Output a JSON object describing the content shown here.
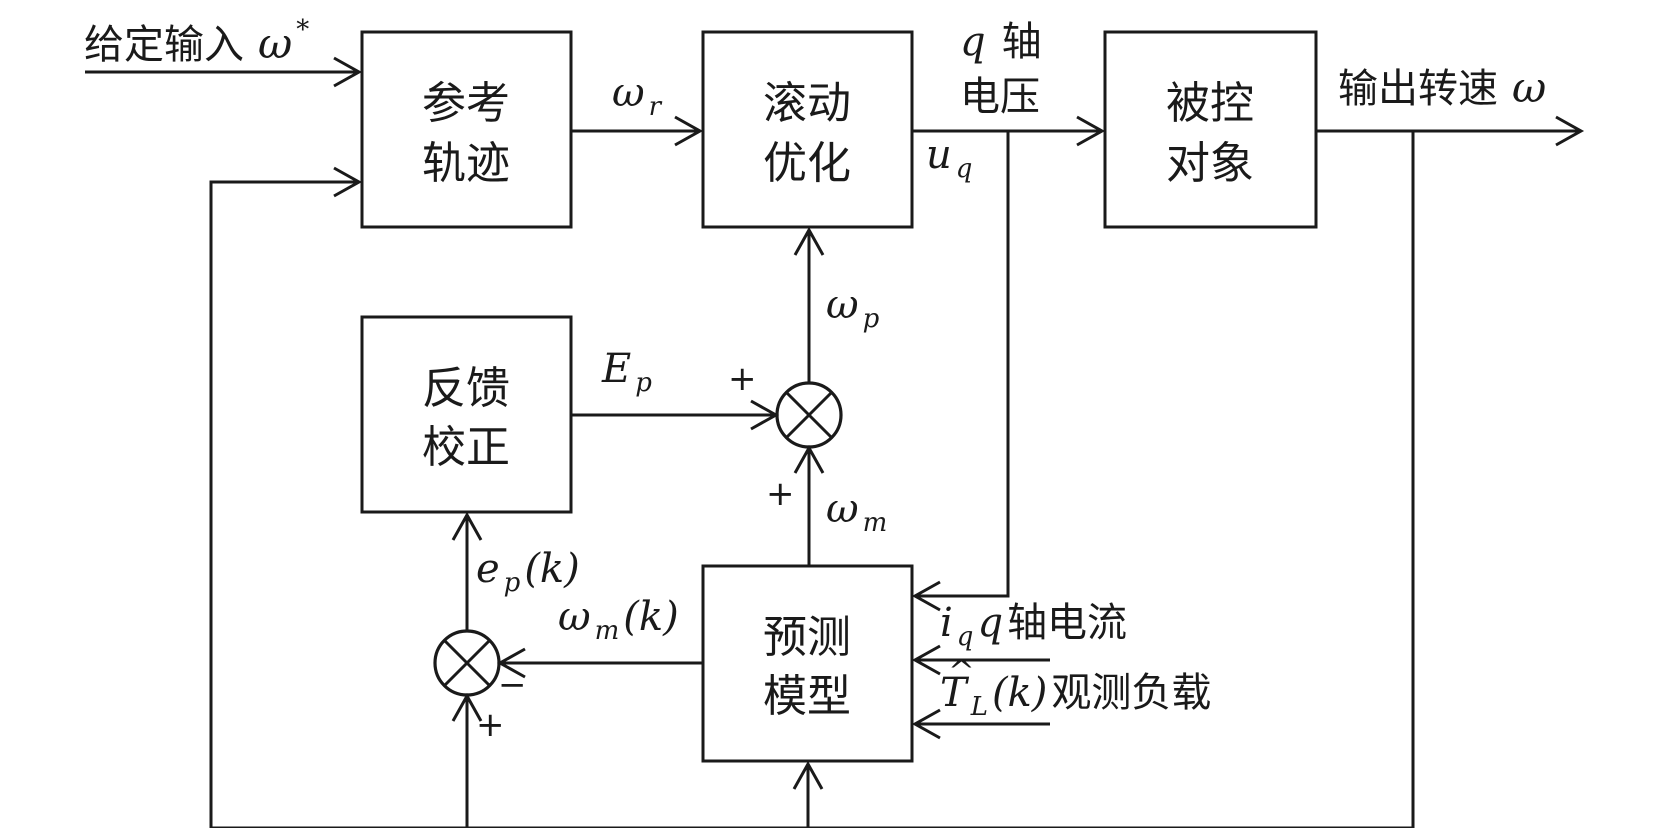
{
  "blocks": {
    "reference": {
      "line1": "参考",
      "line2": "轨迹"
    },
    "optimization": {
      "line1": "滚动",
      "line2": "优化"
    },
    "plant": {
      "line1": "被控",
      "line2": "对象"
    },
    "feedback": {
      "line1": "反馈",
      "line2": "校正"
    },
    "prediction": {
      "line1": "预测",
      "line2": "模型"
    }
  },
  "labels": {
    "input_cn": "给定输入",
    "input_sym": "ω",
    "input_sup": "*",
    "output_cn": "输出转速",
    "output_sym": "ω",
    "omega_r_sym": "ω",
    "omega_r_sub": "r",
    "uq_sym": "u",
    "uq_sub": "q",
    "q_axis_voltage_sym": "q",
    "q_axis_voltage_cn1": "轴",
    "q_axis_voltage_cn2": "电压",
    "omega_p_sym": "ω",
    "omega_p_sub": "p",
    "Ep_sym": "E",
    "Ep_sub": "p",
    "omega_m_sym": "ω",
    "omega_m_sub": "m",
    "omega_mk_sym": "ω",
    "omega_mk_sub": "m",
    "omega_mk_arg": " (k)",
    "ep_sym": "e",
    "ep_sub": "p",
    "ep_arg": " (k)",
    "iq_sym": "i",
    "iq_sub": "q",
    "iq_q": " q",
    "iq_cn": " 轴电流",
    "TL_sym": "T",
    "TL_hat": "^",
    "TL_sub": "L",
    "TL_arg": " (k)",
    "TL_cn": " 观测负载",
    "plus": "+",
    "minus": "−"
  }
}
